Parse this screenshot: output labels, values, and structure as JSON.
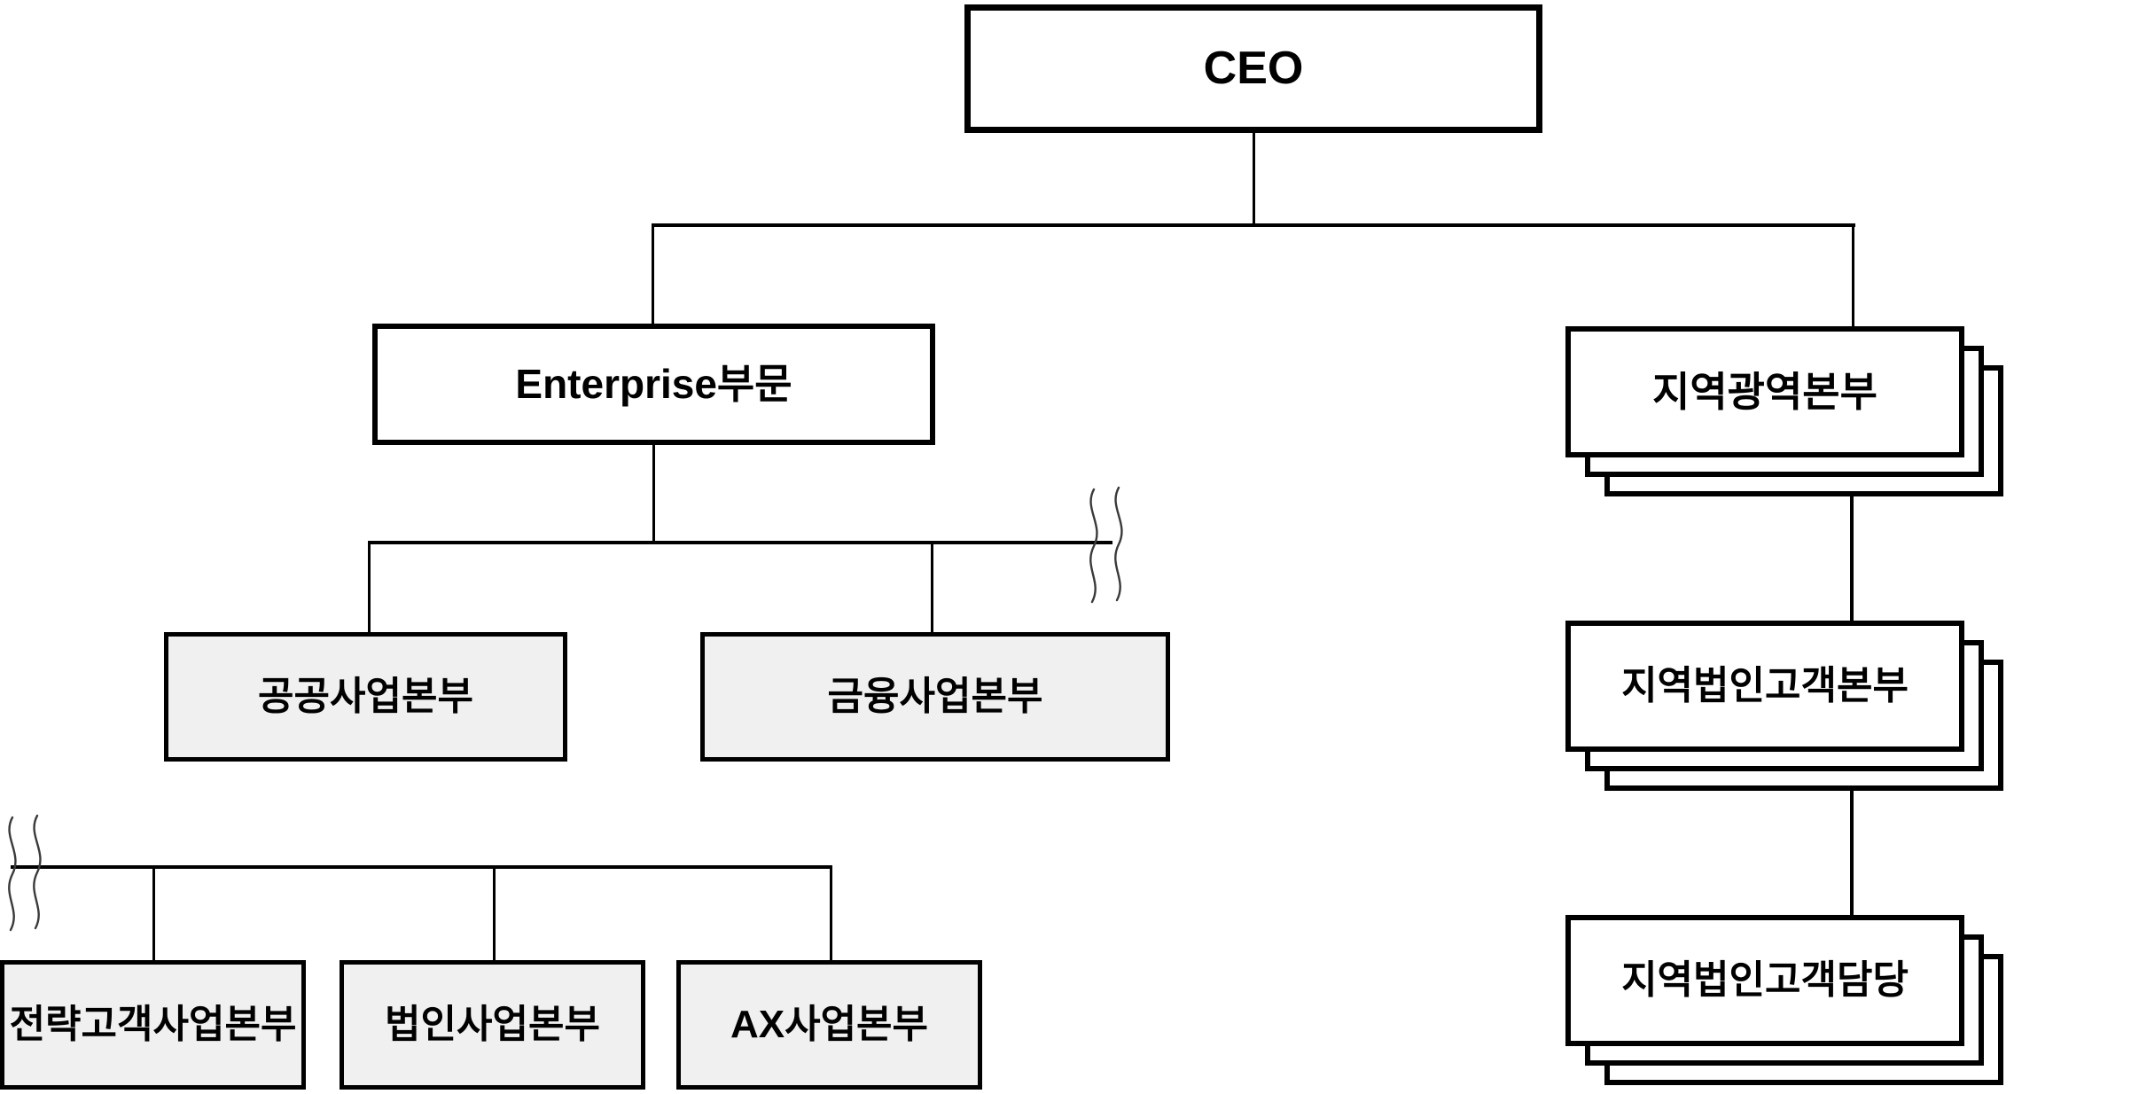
{
  "diagram": {
    "title": "Organization Chart",
    "colors": {
      "line": "#000000",
      "box_border": "#000000",
      "box_fill": "#ffffff",
      "shaded_fill": "#f0f0f0",
      "text": "#000000",
      "background": "#ffffff"
    }
  },
  "nodes": {
    "ceo": {
      "label": "CEO"
    },
    "enterprise": {
      "label": "Enterprise부문"
    },
    "gonggong": {
      "label": "공공사업본부"
    },
    "geumyung": {
      "label": "금융사업본부"
    },
    "jeonryak": {
      "label": "전략고객사업본부"
    },
    "beobin": {
      "label": "법인사업본부"
    },
    "ax": {
      "label": "AX사업본부"
    },
    "jiyeok_gwangyeok": {
      "label": "지역광역본부"
    },
    "jiyeok_beobin_gogaek_bonbu": {
      "label": "지역법인고객본부"
    },
    "jiyeok_beobin_gogaek_damdang": {
      "label": "지역법인고객담당"
    }
  },
  "break_marks": {
    "upper_right": {
      "name": "continuation-break"
    },
    "lower_left": {
      "name": "continuation-break"
    }
  }
}
